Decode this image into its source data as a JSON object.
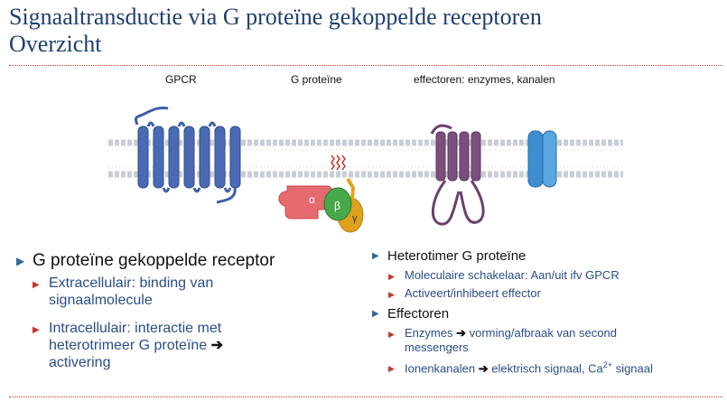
{
  "slide": {
    "title_line1": "Signaaltransductie via G proteïne gekoppelde receptoren",
    "title_line2": "Overzicht"
  },
  "figure": {
    "label_gpcr": "GPCR",
    "label_gprotein": "G proteïne",
    "label_effectors": "effectoren: enzymes, kanalen",
    "subunit_alpha": "α",
    "subunit_beta": "β",
    "subunit_gamma": "γ",
    "colors": {
      "gpcr": "#4a6bb4",
      "alpha": "#e46a6f",
      "beta": "#49a84a",
      "gamma": "#e0a21c",
      "enzyme": "#7b4f7c",
      "channel": "#3c8ed1",
      "membrane": "#c9ced6"
    }
  },
  "left_list": {
    "l1": "G proteïne gekoppelde receptor",
    "l2a_line1": "Extracellulair: binding van",
    "l2a_line2": "signaalmolecule",
    "l2b_line1": "Intracellulair: interactie met",
    "l2b_line2": "heterotrimeer G proteïne",
    "l2b_arrow": "➔",
    "l2b_line3": "activering"
  },
  "right_list": {
    "r1": "Heterotimer G proteïne",
    "r1a": "Moleculaire schakelaar: Aan/uit ifv GPCR",
    "r1b": "Activeert/inhibeert effector",
    "r2": "Effectoren",
    "r2a_pre": "Enzymes",
    "r2a_arrow": "➔",
    "r2a_post": "vorming/afbraak van second",
    "r2a_line2": "messengers",
    "r2b_pre": "Ionenkanalen",
    "r2b_arrow": "➔",
    "r2b_post": "elektrisch signaal, Ca",
    "r2b_sup": "2+",
    "r2b_end": "signaal"
  }
}
